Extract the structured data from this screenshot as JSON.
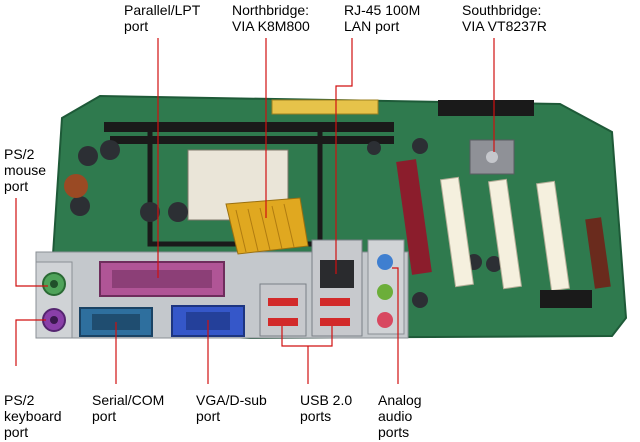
{
  "callouts": {
    "parallel": "Parallel/LPT\nport",
    "northbridge": "Northbridge:\nVIA K8M800",
    "lan": "RJ-45 100M\nLAN port",
    "southbridge": "Southbridge:\nVIA VT8237R",
    "ps2_mouse": "PS/2\nmouse\nport",
    "ps2_keyboard": "PS/2\nkeyboard\nport",
    "serial": "Serial/COM\nport",
    "vga": "VGA/D-sub\nport",
    "usb": "USB 2.0\nports",
    "audio": "Analog\naudio\nports"
  },
  "colors": {
    "pcb": "#2f7a4e",
    "leader_line": "#d01010",
    "mouse_port": "#4fa35a",
    "keyboard_port": "#8a3fa8",
    "vga_port": "#3557c9",
    "parallel_port": "#b05596",
    "heatsink": "#e0a820",
    "pci_slot": "#f5f0de",
    "agp_slot": "#8b1d2c"
  }
}
